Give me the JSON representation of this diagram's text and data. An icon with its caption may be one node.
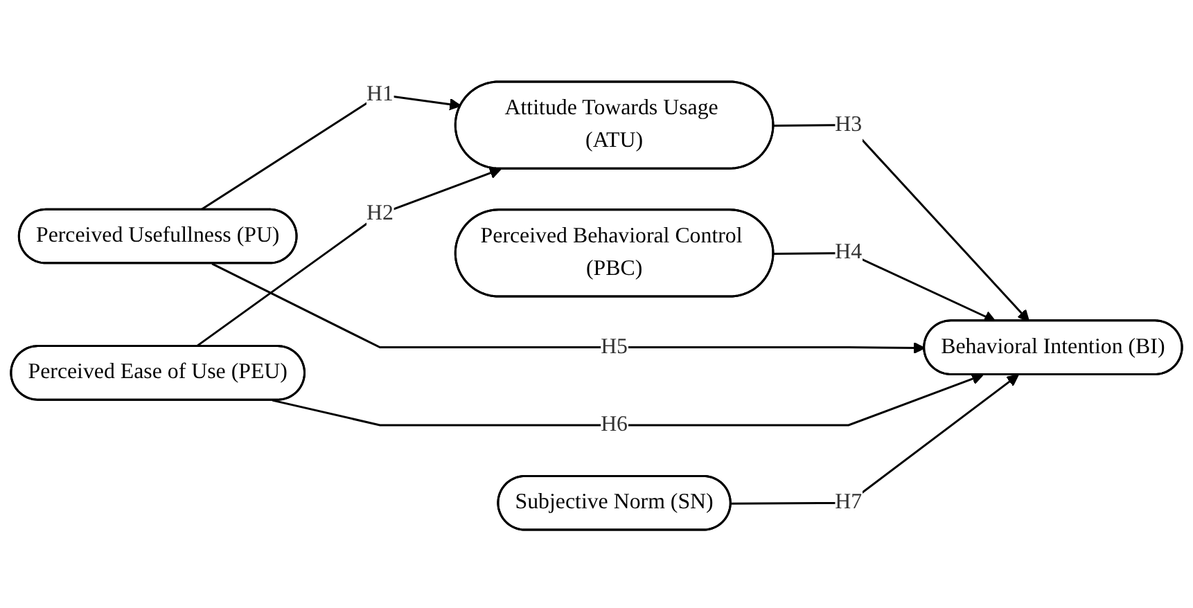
{
  "diagram": {
    "nodes": [
      {
        "text": [
          "Perceived Behavioral Control (PBC)"
        ]
      },
      {
        "text": [
          "Perceived Usefullness (PU)"
        ]
      },
      {
        "text": [
          "Attitude Towards Usage (ATU)"
        ]
      },
      {
        "text": [
          "Behavioral Intention (BI)"
        ]
      },
      {
        "text": [
          "Perceived Ease of Use (PEU)"
        ]
      },
      {
        "text": [
          "Subjective Norm (SN)"
        ]
      }
    ],
    "edges": [
      {
        "from": 1,
        "to": 2,
        "arrow": "to",
        "label": "H1"
      },
      {
        "from": 4,
        "to": 2,
        "arrow": "to",
        "label": "H2"
      },
      {
        "from": 2,
        "to": 3,
        "arrow": "to",
        "label": "H3"
      },
      {
        "from": 0,
        "to": 3,
        "arrow": "to",
        "label": "H4"
      },
      {
        "from": 1,
        "to": 3,
        "arrow": "to",
        "label": "H5"
      },
      {
        "from": 4,
        "to": 3,
        "arrow": "to",
        "label": "H6"
      },
      {
        "from": 5,
        "to": 3,
        "arrow": "to",
        "label": "H7"
      }
    ]
  }
}
